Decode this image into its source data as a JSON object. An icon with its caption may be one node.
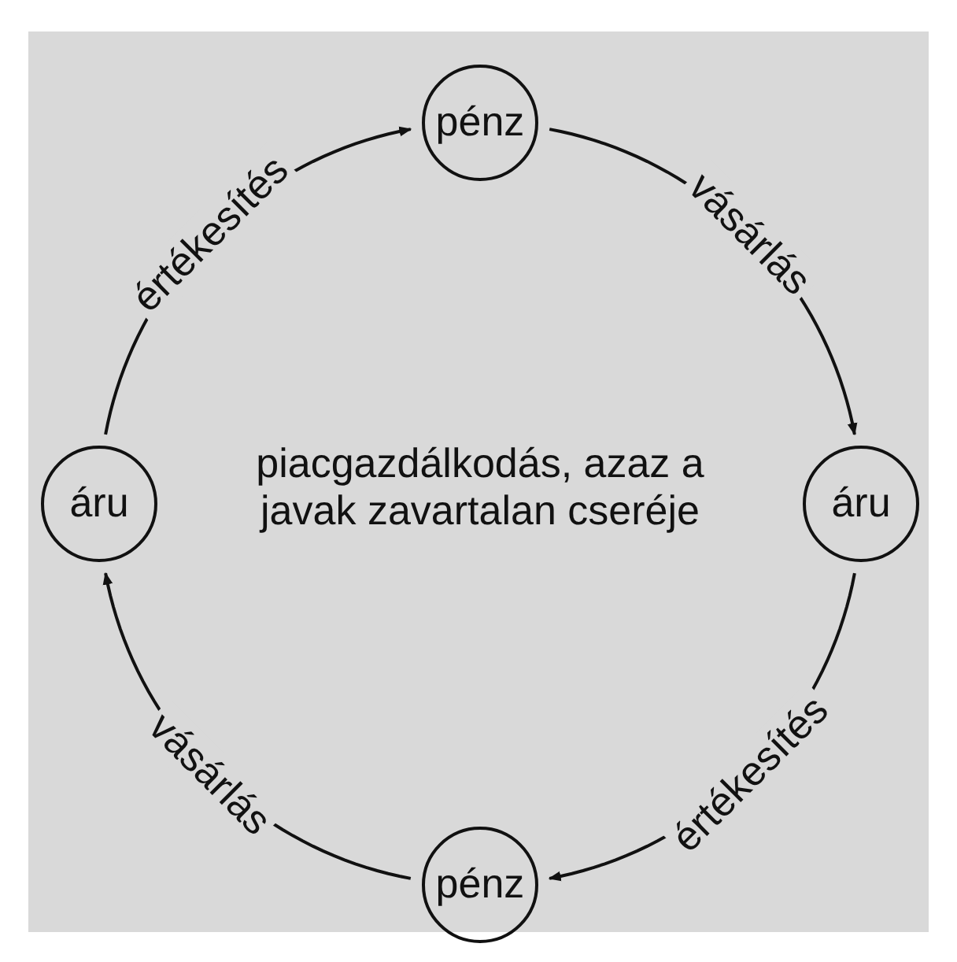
{
  "diagram": {
    "nodes": [
      {
        "text": [
          "pénz"
        ]
      },
      {
        "text": [
          "áru"
        ]
      },
      {
        "text": [
          "pénz"
        ]
      },
      {
        "text": [
          "áru"
        ]
      },
      {
        "text": [
          "piacgazdálkodás, azaz a javak zavartalan cseréje"
        ]
      }
    ],
    "edges": [
      {
        "from": 0,
        "to": 1,
        "arrow": "to",
        "label": "vásárlás"
      },
      {
        "from": 1,
        "to": 2,
        "arrow": "to",
        "label": "értékesítés"
      },
      {
        "from": 2,
        "to": 3,
        "arrow": "to",
        "label": "vásárlás"
      },
      {
        "from": 3,
        "to": 0,
        "arrow": "to",
        "label": "értékesítés"
      }
    ]
  }
}
